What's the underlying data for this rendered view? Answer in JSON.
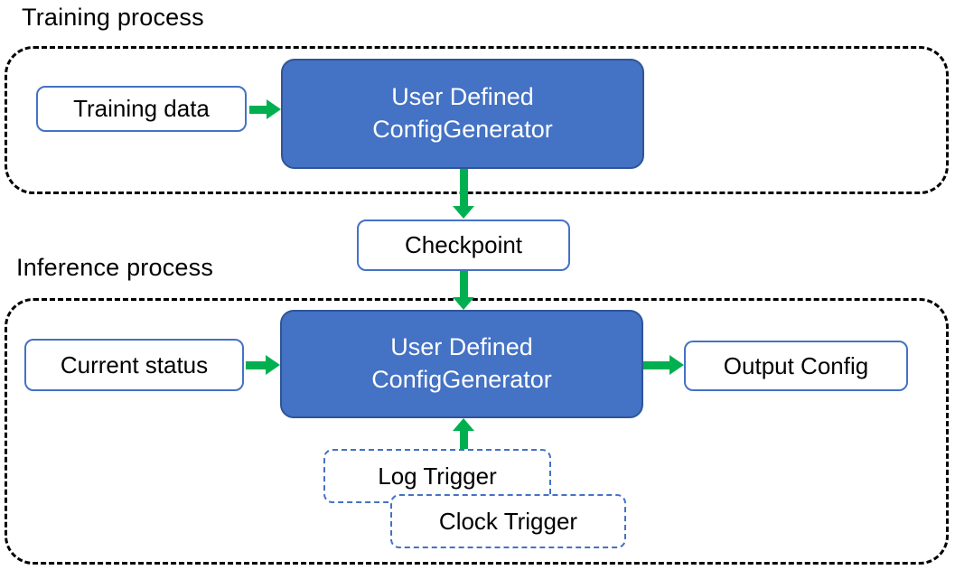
{
  "colors": {
    "generator_fill": "#4472C4",
    "generator_border": "#2F5597",
    "io_box_border": "#4472C4",
    "trigger_border": "#4472C4",
    "arrow_green": "#00B050",
    "container_dash": "#000000",
    "text_dark": "#000000",
    "text_light": "#FFFFFF"
  },
  "training": {
    "title": "Training process",
    "input_label": "Training data",
    "generator": {
      "line1": "User Defined",
      "line2": "ConfigGenerator"
    }
  },
  "checkpoint_label": "Checkpoint",
  "inference": {
    "title": "Inference process",
    "input_label": "Current status",
    "generator": {
      "line1": "User Defined",
      "line2": "ConfigGenerator"
    },
    "output_label": "Output Config",
    "triggers": {
      "log": "Log Trigger",
      "clock": "Clock Trigger"
    }
  }
}
